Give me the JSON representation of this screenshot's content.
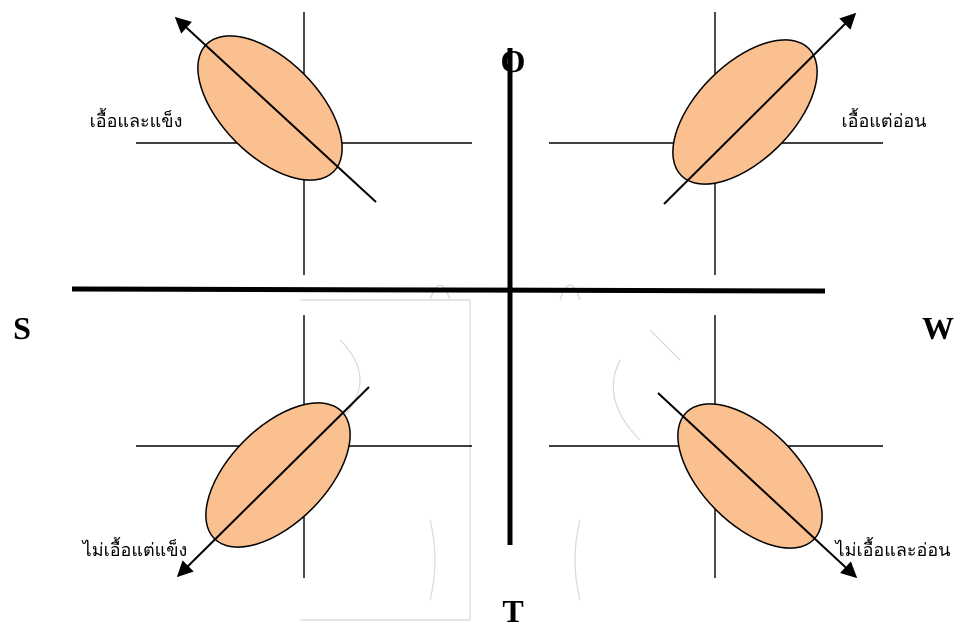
{
  "axes": {
    "top": "O",
    "bottom": "T",
    "left": "S",
    "right": "W"
  },
  "quadrants": {
    "so": {
      "label": "เอื้อและแข็ง"
    },
    "wo": {
      "label": "เอื้อแต่อ่อน"
    },
    "st": {
      "label": "ไม่เอื้อแต่แข็ง"
    },
    "wt": {
      "label": "ไม่เอื้อและอ่อน"
    }
  },
  "colors": {
    "ellipse_fill": "#FAC090",
    "line": "#000000"
  }
}
